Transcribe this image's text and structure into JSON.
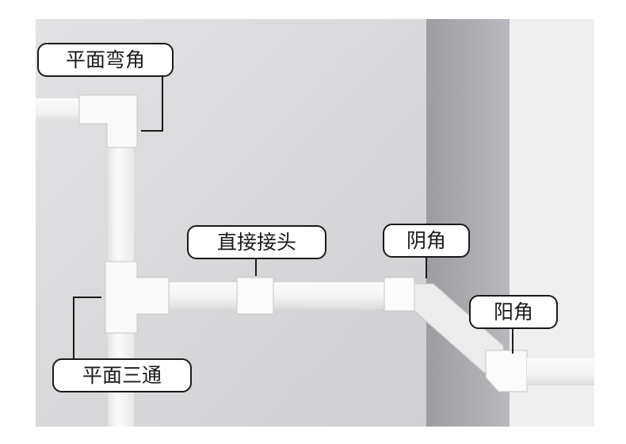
{
  "labels": {
    "flat_elbow": "平面弯角",
    "straight_joint": "直接接头",
    "inner_corner": "阴角",
    "outer_corner": "阳角",
    "flat_tee": "平面三通"
  },
  "colors": {
    "wall_main": "#d8d8da",
    "wall_shadow": "#a9a9ad",
    "wall_right": "#eeeeef",
    "trunking": "#f7f7f7",
    "callout_border": "#1a1a1a"
  }
}
